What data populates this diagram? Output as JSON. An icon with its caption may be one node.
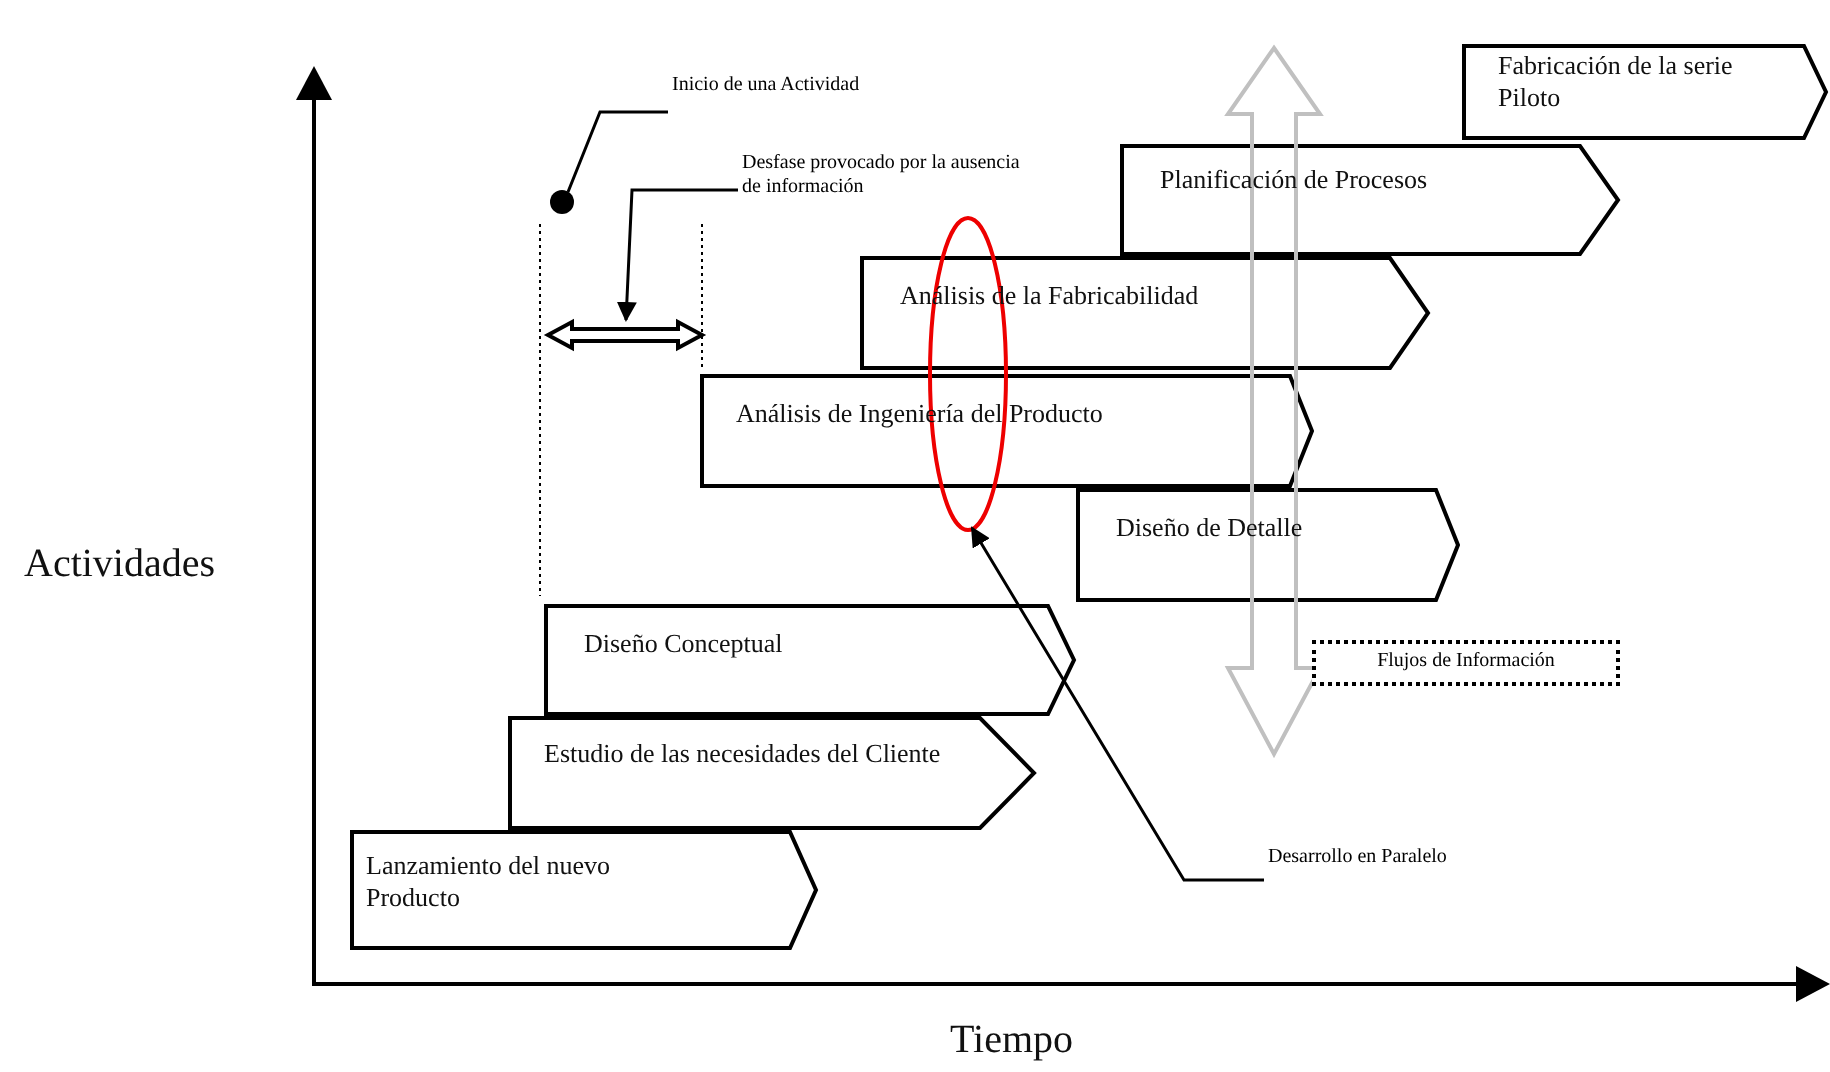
{
  "diagram": {
    "nodes": [
      {
        "text": [
          "Lanzamiento del nuevo Producto"
        ]
      },
      {
        "text": [
          "Estudio de las necesidades del Cliente"
        ]
      },
      {
        "text": [
          "Diseño Conceptual"
        ]
      },
      {
        "text": [
          "Diseño de Detalle"
        ]
      },
      {
        "text": [
          "Análisis de Ingeniería del Producto"
        ]
      },
      {
        "text": [
          "Análisis de la Fabricabilidad"
        ]
      },
      {
        "text": [
          "Planificación de Procesos"
        ]
      },
      {
        "text": [
          "Fabricación de la serie Piloto"
        ]
      },
      {
        "text": [
          "Inicio de una Actividad"
        ]
      },
      {
        "text": [],
        "shape": "circle"
      },
      {
        "text": [
          "Desfase provocado por la ausencia de información"
        ]
      },
      {
        "text": [],
        "shape": "arrow"
      },
      {
        "text": [
          "Desarrollo en Paralelo"
        ]
      },
      {
        "text": [],
        "shape": "ellipse"
      },
      {
        "text": [
          "Flujos de Información"
        ]
      }
    ],
    "edges": [
      {
        "from": 8,
        "to": 9,
        "arrow": "none"
      },
      {
        "from": 10,
        "to": 11,
        "arrow": "to"
      },
      {
        "from": 12,
        "to": 13,
        "arrow": "to"
      }
    ],
    "labels": [
      "Actividades",
      "Tiempo"
    ]
  }
}
